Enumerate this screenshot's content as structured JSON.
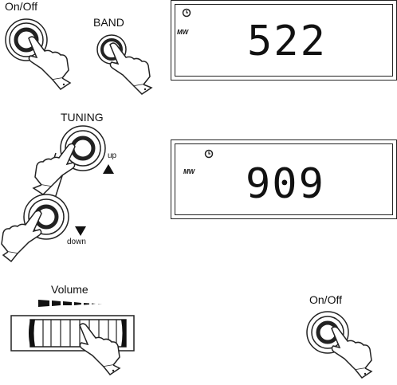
{
  "labels": {
    "onoff_top": "On/Off",
    "band": "BAND",
    "tuning": "TUNING",
    "up": "up",
    "down": "down",
    "volume": "Volume",
    "onoff_bottom": "On/Off"
  },
  "displays": [
    {
      "band": "MW",
      "frequency": "522"
    },
    {
      "band": "MW",
      "frequency": "909"
    }
  ],
  "icons": [
    "clock-icon",
    "triangle-up-icon",
    "triangle-down-icon",
    "pressing-hand-icon"
  ]
}
